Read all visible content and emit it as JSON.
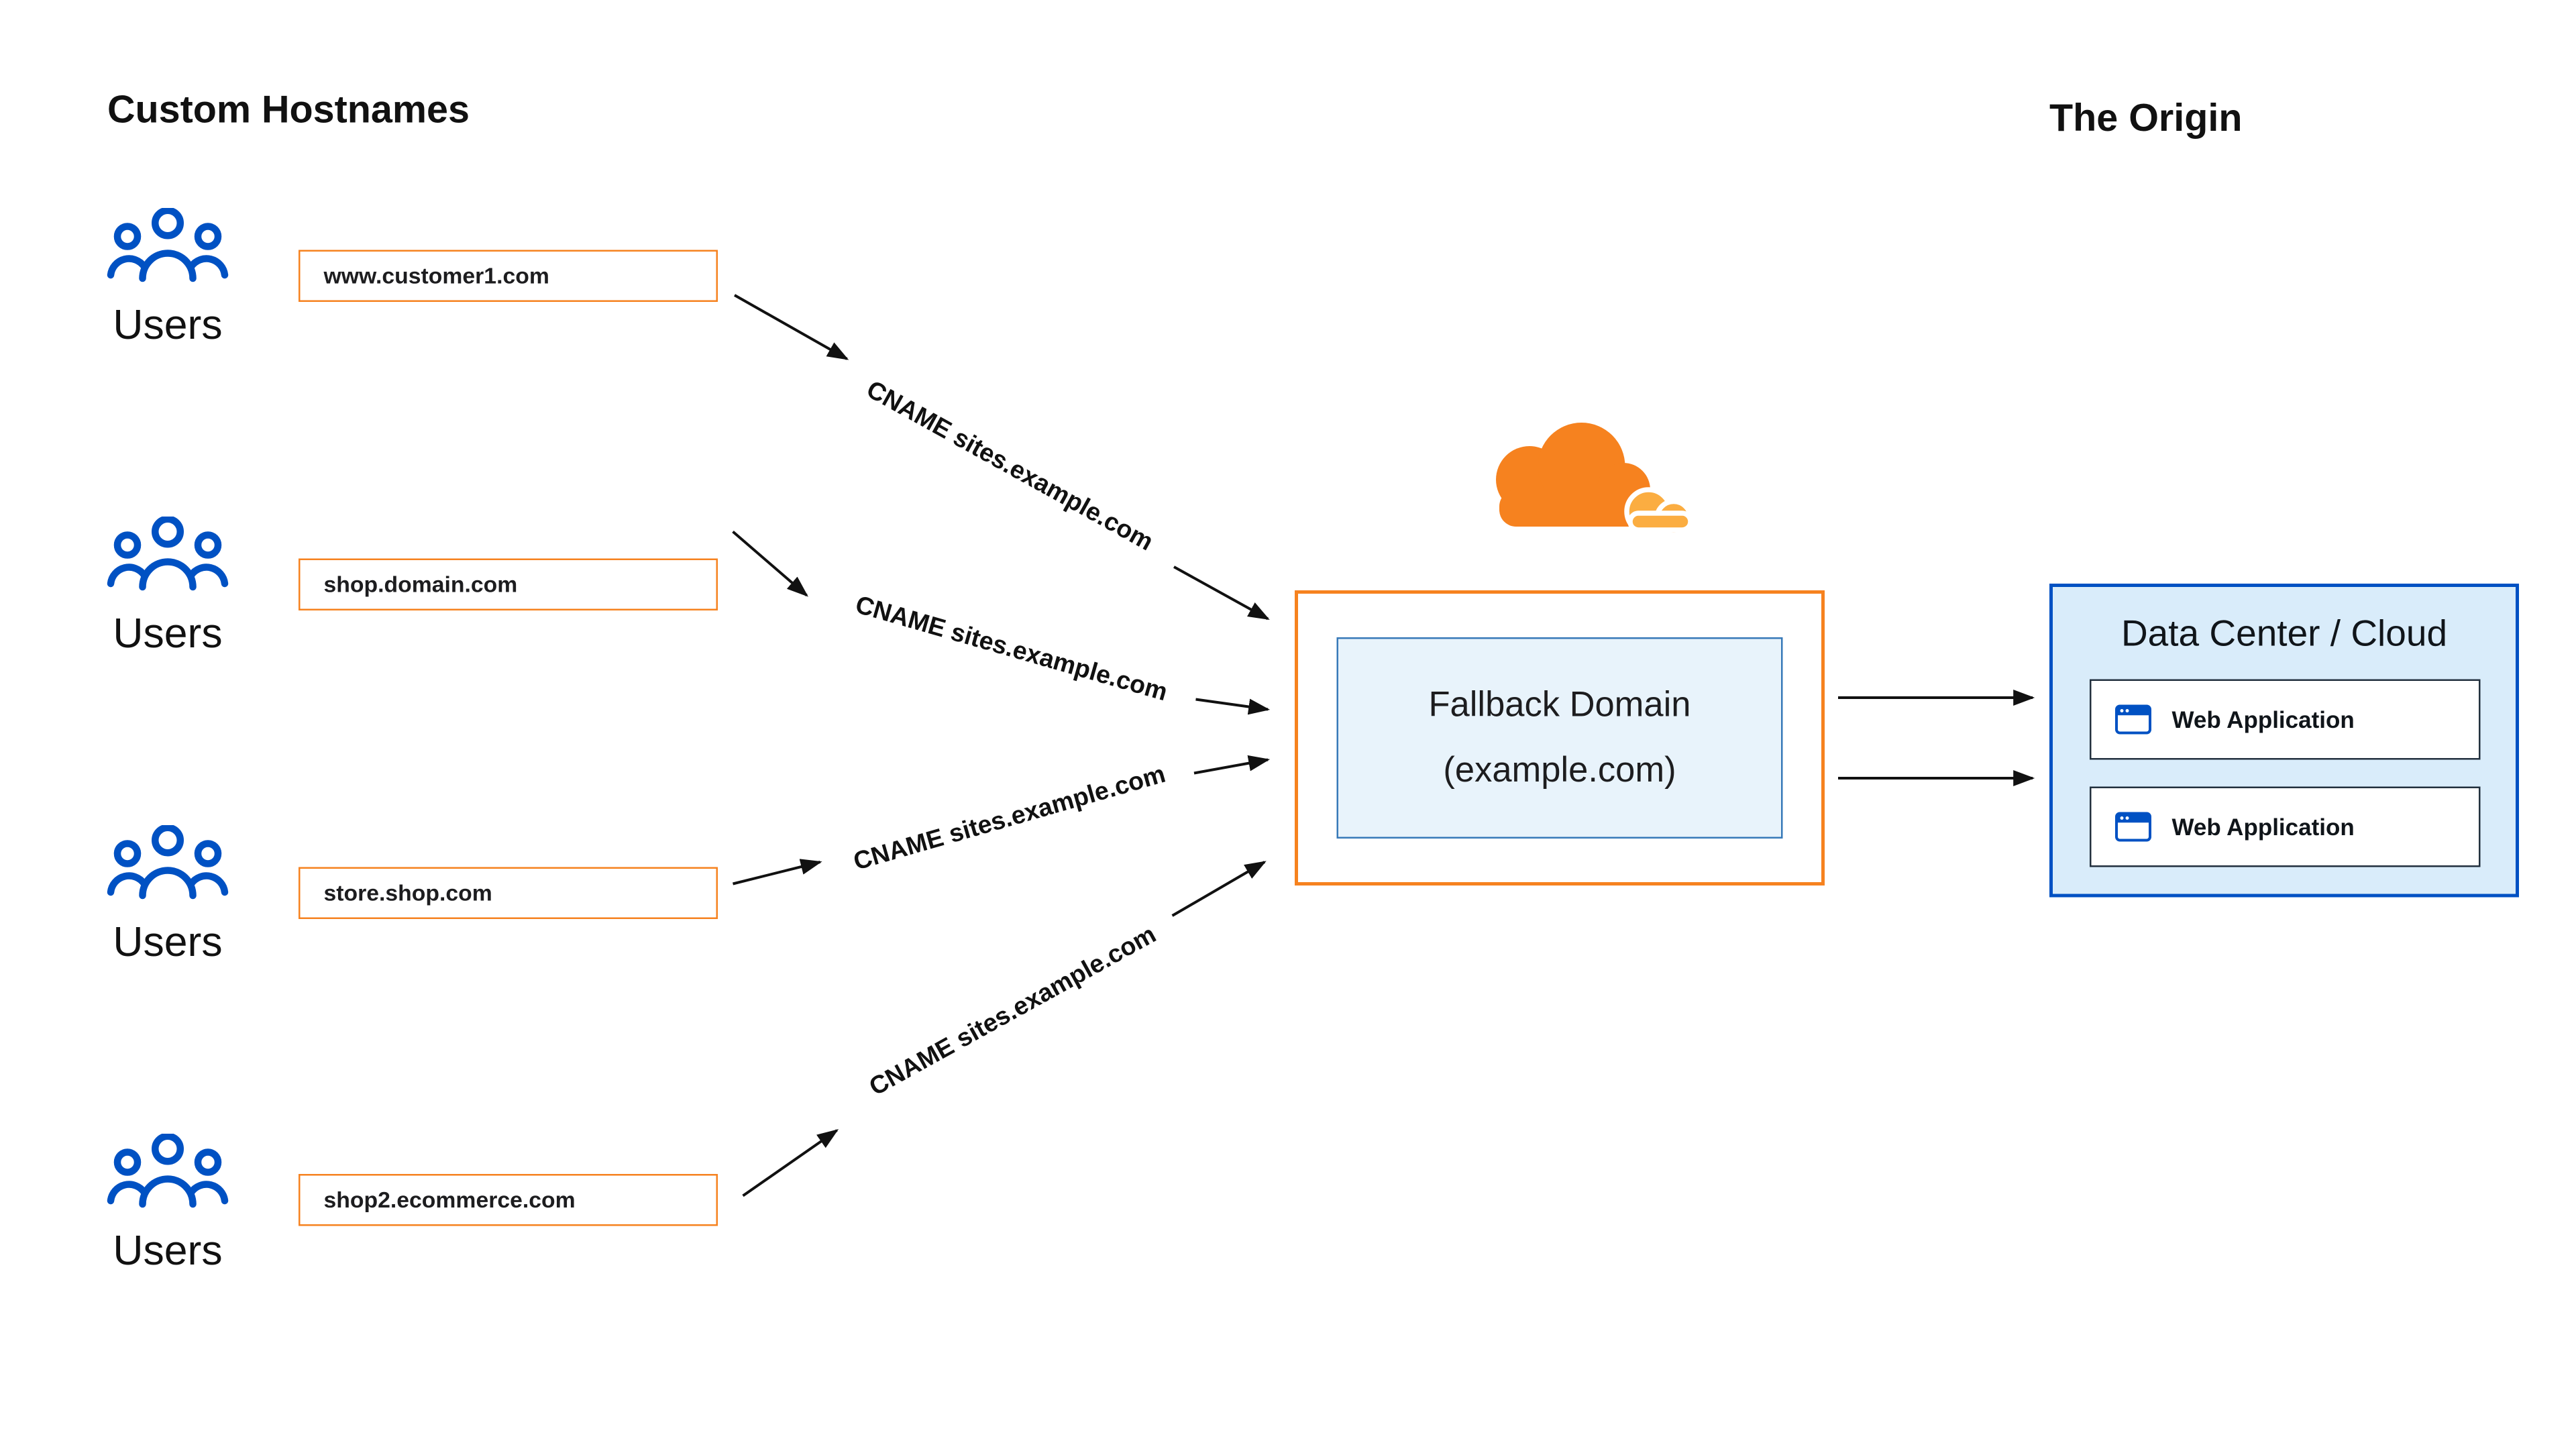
{
  "headers": {
    "left": "Custom Hostnames",
    "right": "The Origin"
  },
  "labels": {
    "users": "Users"
  },
  "hostnames": [
    {
      "label": "www.customer1.com"
    },
    {
      "label": "shop.domain.com"
    },
    {
      "label": "store.shop.com"
    },
    {
      "label": "shop2.ecommerce.com"
    }
  ],
  "connections": [
    {
      "label": "CNAME sites.example.com"
    },
    {
      "label": "CNAME sites.example.com"
    },
    {
      "label": "CNAME sites.example.com"
    },
    {
      "label": "CNAME sites.example.com"
    }
  ],
  "fallback": {
    "line1": "Fallback Domain",
    "line2": "(example.com)"
  },
  "origin": {
    "title": "Data Center / Cloud",
    "apps": [
      {
        "label": "Web Application"
      },
      {
        "label": "Web Application"
      }
    ]
  },
  "icons": {
    "users": "users-group-icon",
    "cloudflare": "cloudflare-logo",
    "browser": "browser-window-icon"
  },
  "colors": {
    "orange": "#F6821F",
    "orange_light": "#FBAD41",
    "blue": "#0051C3",
    "origin_fill": "#D9ECFA",
    "fallback_fill": "#E8F3FB",
    "line": "#111111"
  }
}
